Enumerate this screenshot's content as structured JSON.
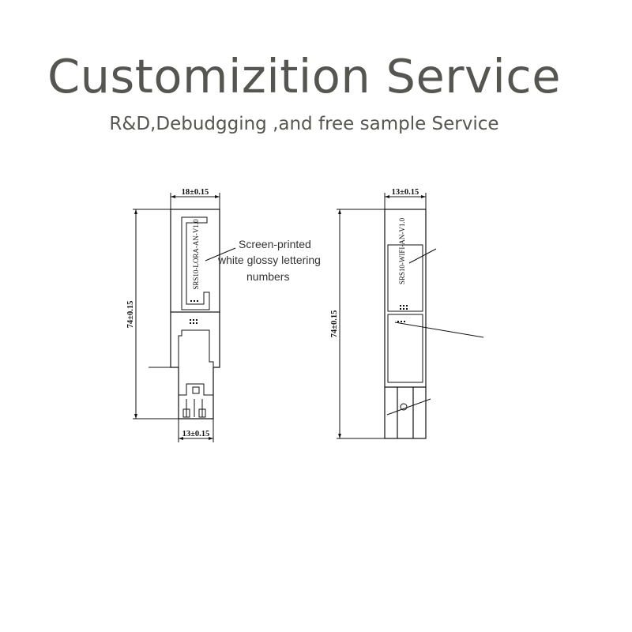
{
  "header": {
    "title": "Customizition Service",
    "subtitle": "R&D,Debudgging ,and free sample Service"
  },
  "left_module": {
    "width_top": "18±0.15",
    "width_bottom": "13±0.15",
    "height": "74±0.15",
    "board_label": "SRS10-LORA-AN-V1.0"
  },
  "right_module": {
    "width_top": "13±0.15",
    "height": "74±0.15",
    "board_label": "SRS10-WIFI-AN-V1.0"
  },
  "callout": {
    "line1": "Screen-printed",
    "line2": "white glossy lettering",
    "line3": "numbers"
  }
}
